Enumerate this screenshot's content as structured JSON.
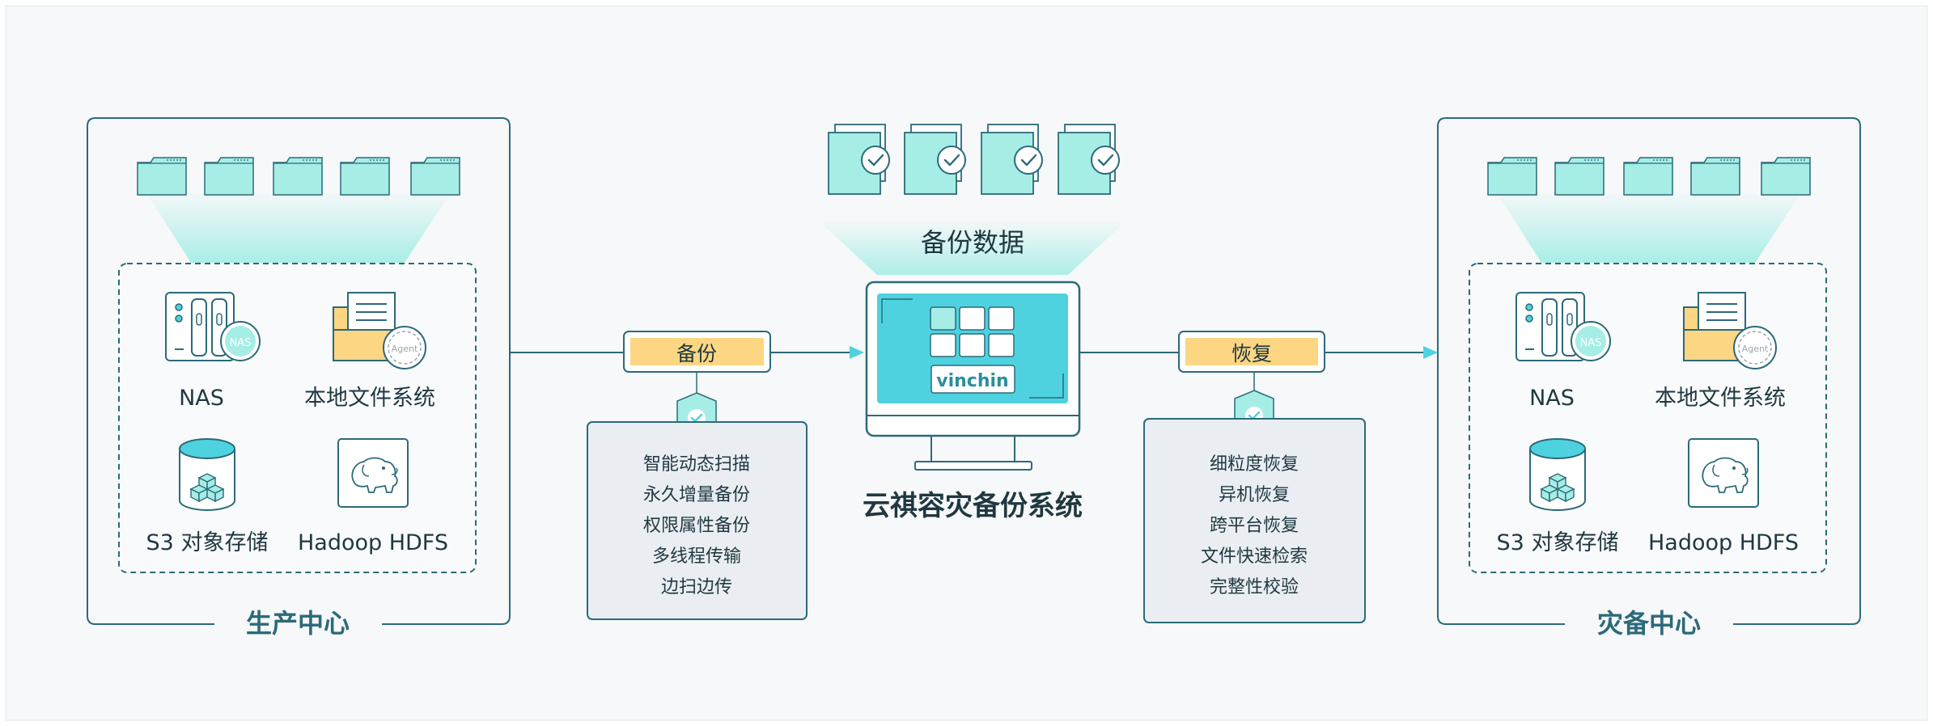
{
  "source": {
    "title": "生产中心",
    "items": [
      {
        "label": "NAS",
        "icon": "nas-server-icon"
      },
      {
        "label": "本地文件系统",
        "icon": "local-filesystem-icon"
      },
      {
        "label": "S3 对象存储",
        "icon": "s3-storage-icon"
      },
      {
        "label": "Hadoop HDFS",
        "icon": "hadoop-icon"
      }
    ],
    "nas_badge": "NAS",
    "agent_badge": "Agent"
  },
  "target": {
    "title": "灾备中心",
    "items": [
      {
        "label": "NAS",
        "icon": "nas-server-icon"
      },
      {
        "label": "本地文件系统",
        "icon": "local-filesystem-icon"
      },
      {
        "label": "S3 对象存储",
        "icon": "s3-storage-icon"
      },
      {
        "label": "Hadoop HDFS",
        "icon": "hadoop-icon"
      }
    ],
    "nas_badge": "NAS",
    "agent_badge": "Agent"
  },
  "backup": {
    "label": "备份",
    "features": [
      "智能动态扫描",
      "永久增量备份",
      "权限属性备份",
      "多线程传输",
      "边扫边传"
    ]
  },
  "restore": {
    "label": "恢复",
    "features": [
      "细粒度恢复",
      "异机恢复",
      "跨平台恢复",
      "文件快速检索",
      "完整性校验"
    ]
  },
  "center": {
    "data_label": "备份数据",
    "brand": "vinchin",
    "system_name": "云祺容灾备份系统"
  },
  "colors": {
    "primary": "#2b6a7a",
    "teal_fill": "#a6ede6",
    "accent_teal": "#4fd2df",
    "pill_yellow": "#fcd683",
    "panel_gray": "#eaeef2",
    "bg": "#f6f8f9"
  }
}
